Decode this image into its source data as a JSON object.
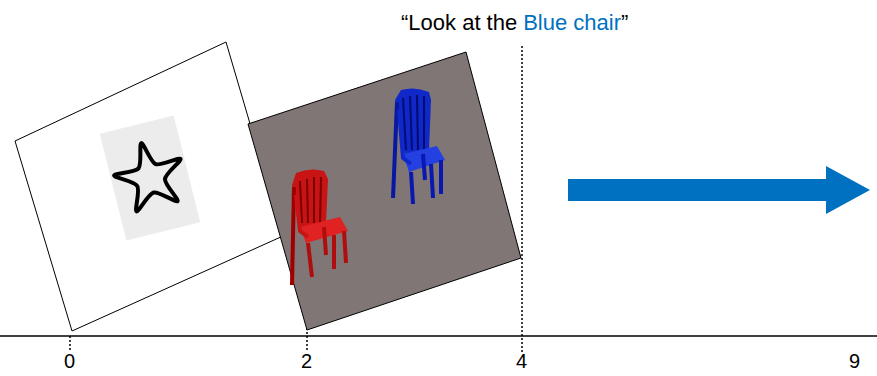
{
  "diagram": {
    "labels": [
      "“Look at the",
      "Blue chair",
      "”",
      "0",
      "2",
      "4",
      "9"
    ]
  }
}
